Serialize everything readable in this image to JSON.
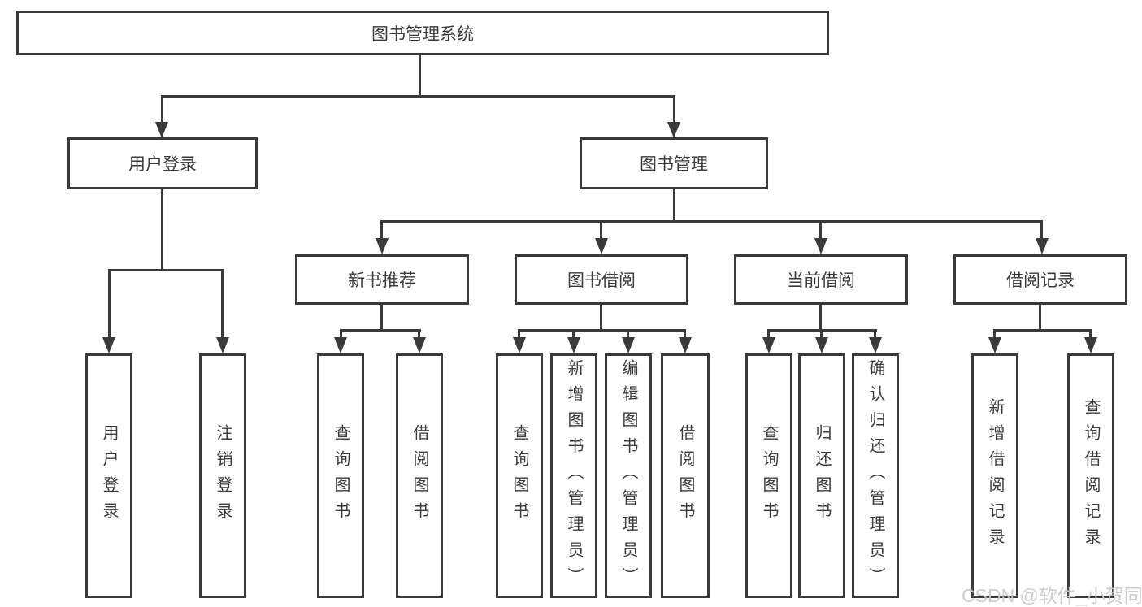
{
  "diagram": {
    "root_label": "图书管理系统",
    "user_login": {
      "label": "用户登录",
      "children": [
        "用户登录",
        "注销登录"
      ]
    },
    "book_management": {
      "label": "图书管理",
      "groups": [
        {
          "label": "新书推荐",
          "children": [
            "查询图书",
            "借阅图书"
          ]
        },
        {
          "label": "图书借阅",
          "children": [
            "查询图书",
            "新增图书（管理员）",
            "编辑图书（管理员）",
            "借阅图书"
          ]
        },
        {
          "label": "当前借阅",
          "children": [
            "查询图书",
            "归还图书",
            "确认归还（管理员）"
          ]
        },
        {
          "label": "借阅记录",
          "children": [
            "新增借阅记录",
            "查询借阅记录"
          ]
        }
      ]
    }
  },
  "watermark": {
    "text": "CSDN @软件_小贺同学"
  },
  "colors": {
    "line": "#3a3a3a",
    "text": "#3a3a3a",
    "background": "#ffffff",
    "watermark": "#c8c8c8"
  }
}
